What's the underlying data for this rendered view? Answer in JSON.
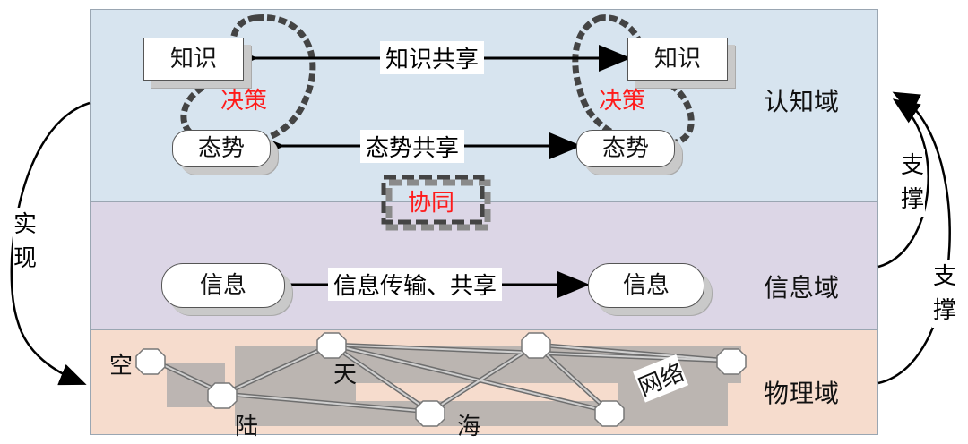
{
  "layers": {
    "cognitive": "认知域",
    "information": "信息域",
    "physical": "物理域"
  },
  "cognitive": {
    "knowledge_left": "知识",
    "knowledge_right": "知识",
    "knowledge_share": "知识共享",
    "decision_left": "决策",
    "decision_right": "决策",
    "situation_left": "态势",
    "situation_right": "态势",
    "situation_share": "态势共享",
    "collaboration": "协同"
  },
  "information": {
    "info_left": "信息",
    "info_right": "信息",
    "transfer": "信息传输、共享"
  },
  "physical": {
    "sky": "空",
    "space": "天",
    "land": "陆",
    "sea": "海",
    "network": "网络"
  },
  "side": {
    "realize": "实现",
    "support_1": "支撑",
    "support_2": "支撑"
  },
  "colors": {
    "cognitive_bg": "#d7e4ef",
    "info_bg": "#dcd6e6",
    "physical_bg": "#f6dccd",
    "decision_red": "#ff1a1a"
  }
}
